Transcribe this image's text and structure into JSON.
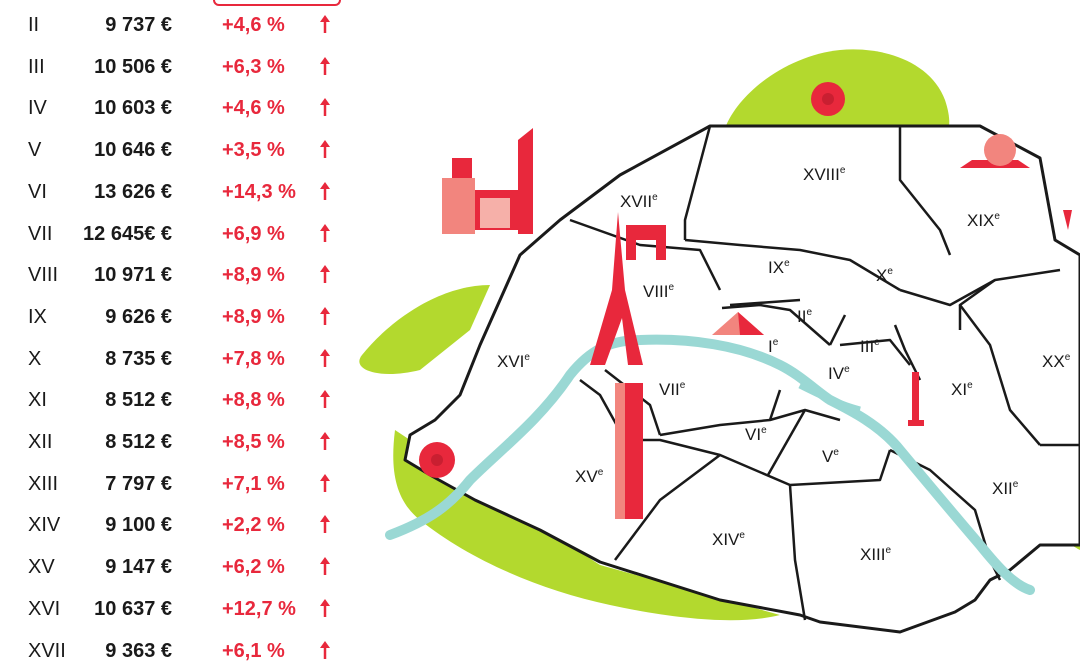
{
  "rows": [
    {
      "arr": "II",
      "price": "9 737 €",
      "change": "+4,6 %"
    },
    {
      "arr": "III",
      "price": "10 506 €",
      "change": "+6,3 %"
    },
    {
      "arr": "IV",
      "price": "10 603 €",
      "change": "+4,6 %"
    },
    {
      "arr": "V",
      "price": "10 646 €",
      "change": "+3,5 %"
    },
    {
      "arr": "VI",
      "price": "13 626 €",
      "change": "+14,3 %"
    },
    {
      "arr": "VII",
      "price": "12 645€ €",
      "change": "+6,9 %"
    },
    {
      "arr": "VIII",
      "price": "10 971 €",
      "change": "+8,9 %"
    },
    {
      "arr": "IX",
      "price": "9 626 €",
      "change": "+8,9 %"
    },
    {
      "arr": "X",
      "price": "8 735 €",
      "change": "+7,8 %"
    },
    {
      "arr": "XI",
      "price": "8 512 €",
      "change": "+8,8 %"
    },
    {
      "arr": "XII",
      "price": "8 512 €",
      "change": "+8,5 %"
    },
    {
      "arr": "XIII",
      "price": "7 797 €",
      "change": "+7,1 %"
    },
    {
      "arr": "XIV",
      "price": "9 100 €",
      "change": "+2,2 %"
    },
    {
      "arr": "XV",
      "price": "9 147 €",
      "change": "+6,2 %"
    },
    {
      "arr": "XVI",
      "price": "10 637 €",
      "change": "+12,7 %"
    },
    {
      "arr": "XVII",
      "price": "9 363 €",
      "change": "+6,1 %"
    }
  ],
  "map_labels": [
    {
      "num": "XVIII",
      "sup": "e"
    },
    {
      "num": "XVII",
      "sup": "e"
    },
    {
      "num": "XIX",
      "sup": "e"
    },
    {
      "num": "IX",
      "sup": "e"
    },
    {
      "num": "X",
      "sup": "e"
    },
    {
      "num": "VIII",
      "sup": "e"
    },
    {
      "num": "II",
      "sup": "e"
    },
    {
      "num": "I",
      "sup": "e"
    },
    {
      "num": "III",
      "sup": "e"
    },
    {
      "num": "XVI",
      "sup": "e"
    },
    {
      "num": "VII",
      "sup": "e"
    },
    {
      "num": "IV",
      "sup": "e"
    },
    {
      "num": "XX",
      "sup": "e"
    },
    {
      "num": "XI",
      "sup": "e"
    },
    {
      "num": "VI",
      "sup": "e"
    },
    {
      "num": "V",
      "sup": "e"
    },
    {
      "num": "XV",
      "sup": "e"
    },
    {
      "num": "XII",
      "sup": "e"
    },
    {
      "num": "XIV",
      "sup": "e"
    },
    {
      "num": "XIII",
      "sup": "e"
    }
  ],
  "colors": {
    "red": "#e8283c",
    "green": "#b3d92e",
    "seine": "#9ad8d4",
    "ink": "#1a1a1a"
  },
  "icons": [
    "arrow-up-icon",
    "football-icon",
    "eiffel-tower-icon",
    "arc-de-triomphe-icon",
    "louvre-pyramid-icon",
    "montparnasse-tower-icon",
    "bastille-column-icon",
    "la-defense-icon",
    "sacre-coeur-icon"
  ]
}
